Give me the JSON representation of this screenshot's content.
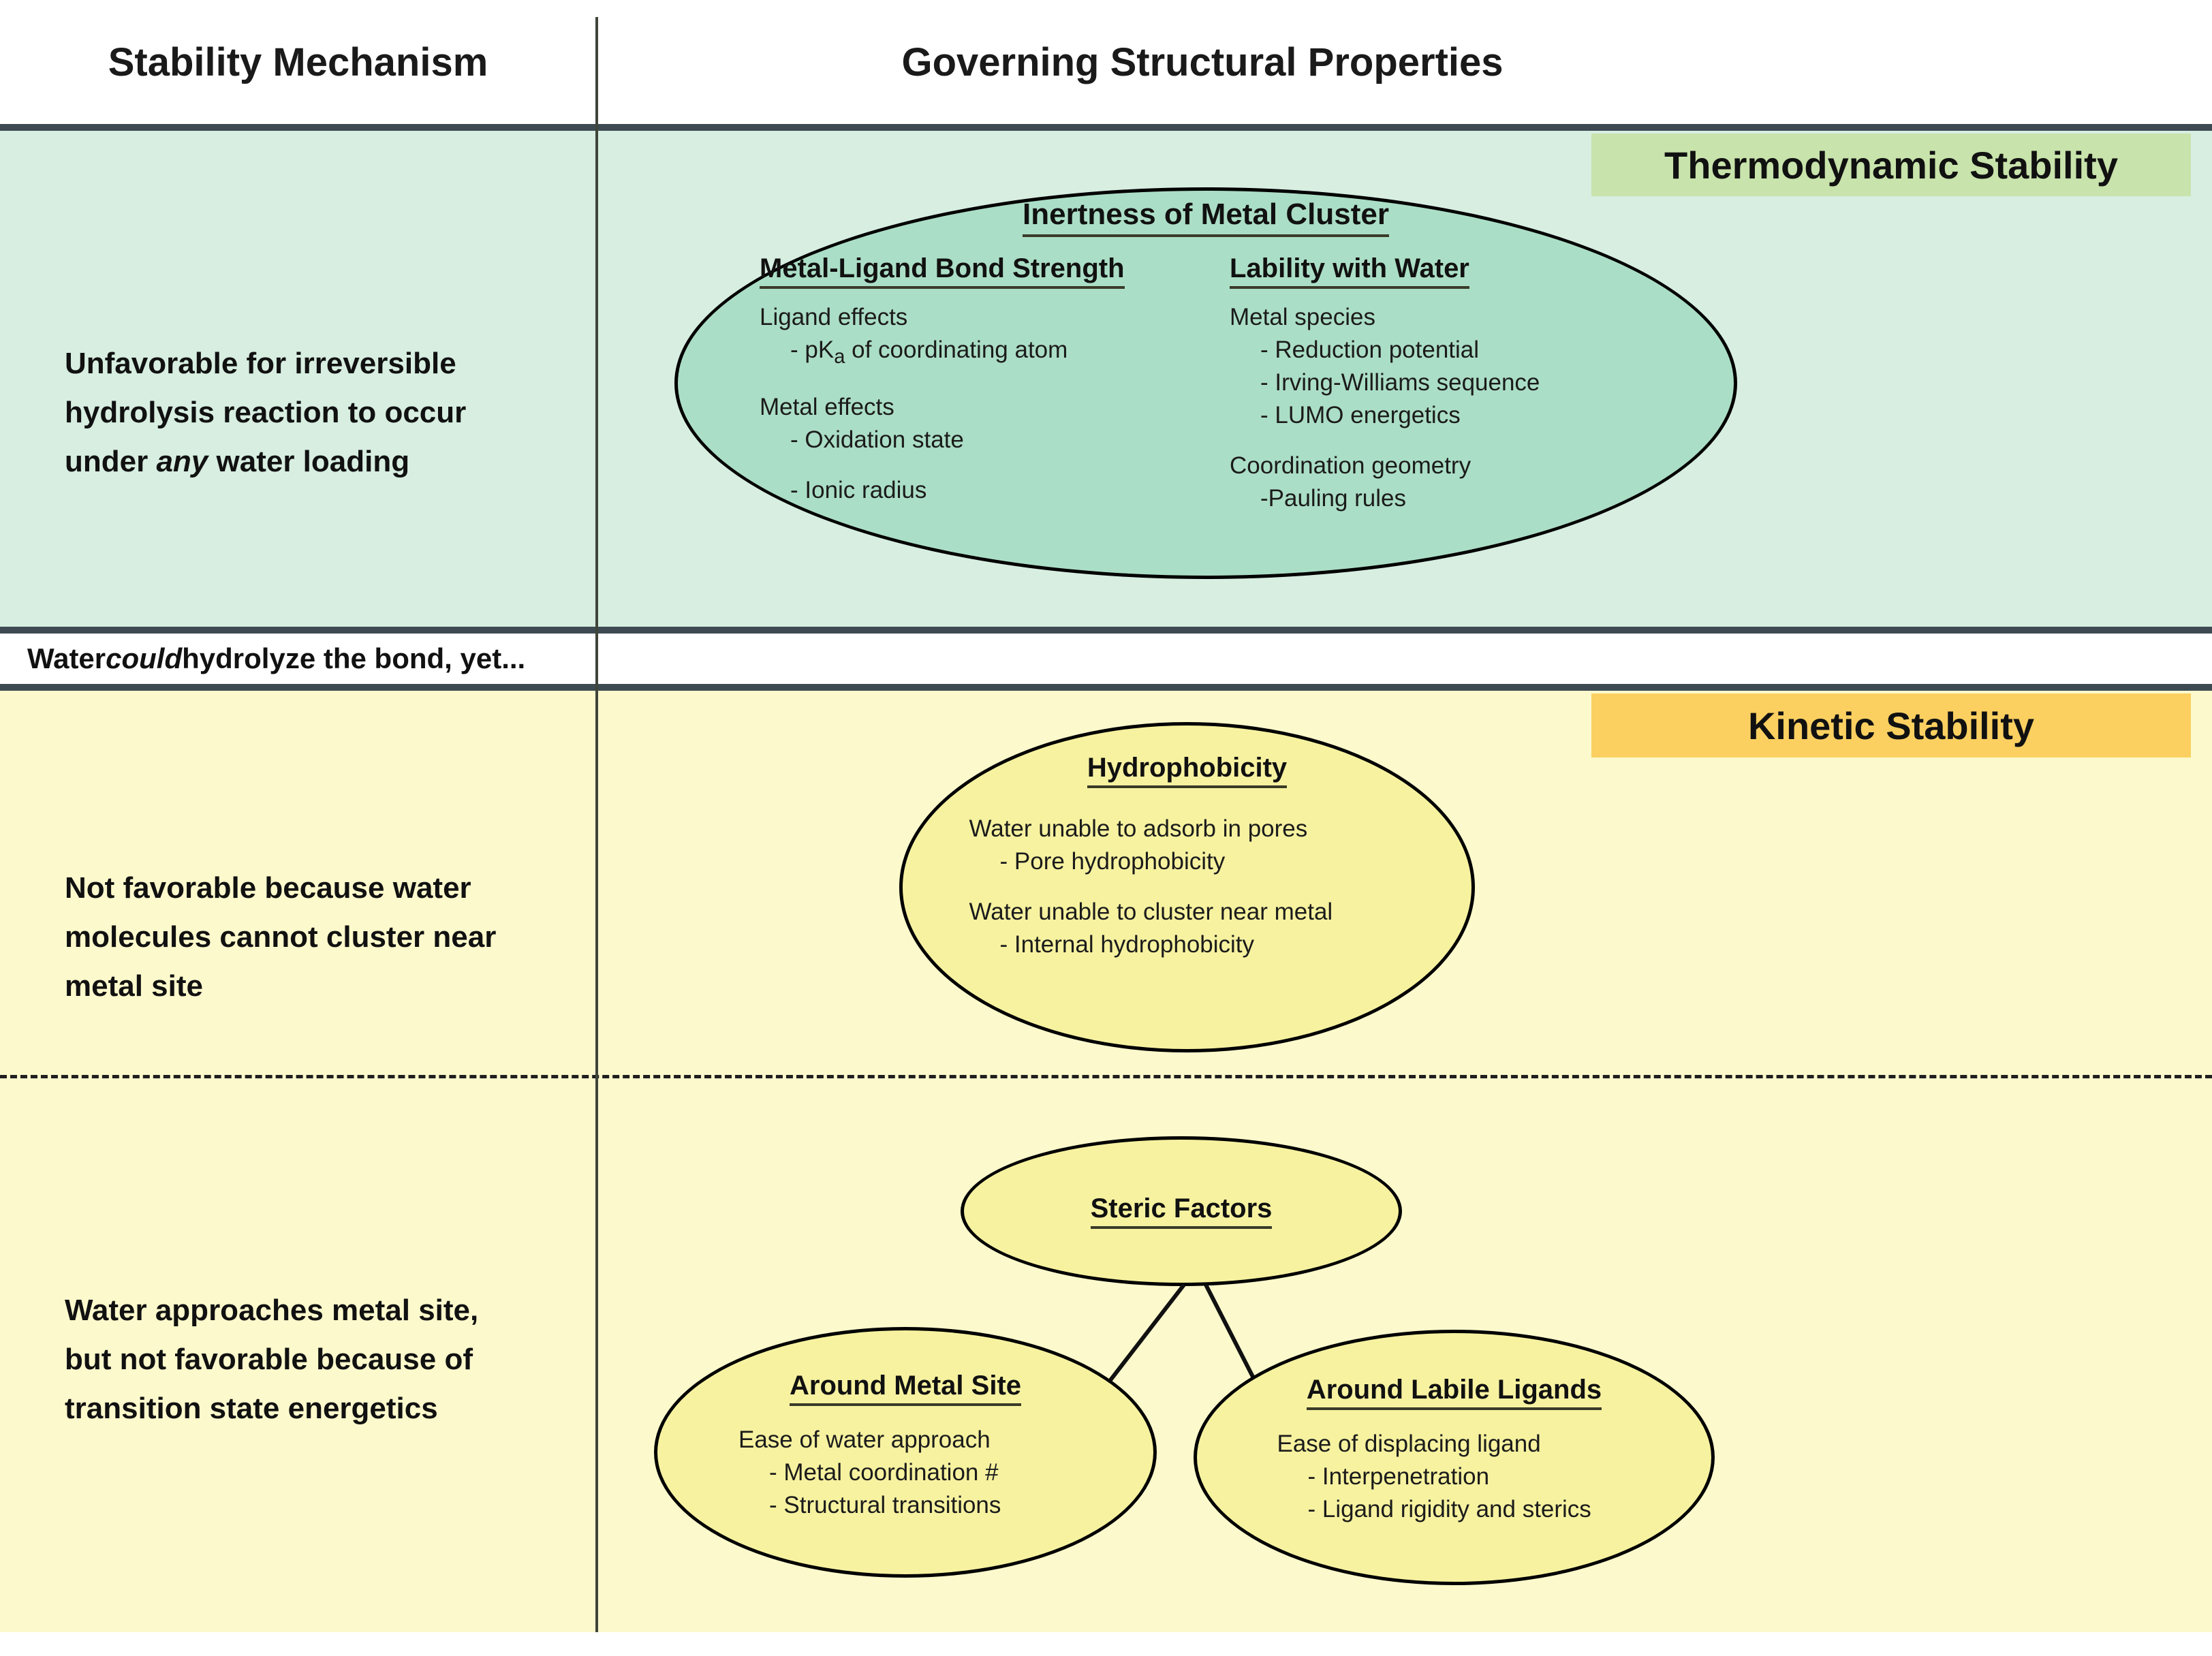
{
  "header": {
    "left": "Stability Mechanism",
    "right": "Governing Structural Properties"
  },
  "thermo": {
    "badge": "Thermodynamic Stability",
    "mechanism": {
      "line1": "Unfavorable for irreversible",
      "line2": "hydrolysis reaction to occur",
      "line3_pre": "under ",
      "line3_italic": "any",
      "line3_post": " water loading"
    },
    "ellipse": {
      "title": "Inertness of Metal Cluster",
      "col1": {
        "heading": "Metal-Ligand Bond Strength",
        "group1_label": "Ligand effects",
        "pka": {
          "pre": "- pK",
          "sub": "a",
          "post": " of coordinating atom"
        },
        "group2_label": "Metal effects",
        "group2_items": [
          "- Oxidation state",
          "- Ionic radius"
        ]
      },
      "col2": {
        "heading": "Lability with Water",
        "group1_label": "Metal species",
        "group1_items": [
          "- Reduction potential",
          "- Irving-Williams sequence",
          "- LUMO energetics"
        ],
        "group2_label": "Coordination geometry",
        "group2_items": [
          "-Pauling rules"
        ]
      }
    }
  },
  "strip": {
    "pre": "Water ",
    "italic": "could",
    "post": " hydrolyze the bond, yet..."
  },
  "kinetic": {
    "badge": "Kinetic Stability",
    "mechanism_hydro": {
      "line1": "Not favorable because water",
      "line2": "molecules cannot cluster near",
      "line3": "metal site"
    },
    "mechanism_steric": {
      "line1": "Water approaches metal site,",
      "line2": "but not favorable because of",
      "line3": "transition state energetics"
    },
    "hydrophobicity": {
      "title": "Hydrophobicity",
      "group1_label": "Water unable to adsorb in pores",
      "group1_item": "- Pore hydrophobicity",
      "group2_label": "Water unable to cluster near metal",
      "group2_item": "- Internal hydrophobicity"
    },
    "steric": {
      "title": "Steric Factors"
    },
    "around_metal": {
      "title": "Around Metal Site",
      "label": "Ease of water approach",
      "items": [
        "- Metal coordination #",
        "- Structural transitions"
      ]
    },
    "around_ligands": {
      "title": "Around Labile Ligands",
      "label": "Ease of displacing ligand",
      "items": [
        "- Interpenetration",
        "- Ligand rigidity and sterics"
      ]
    }
  },
  "colors": {
    "thermo_section_bg": "#d7eee1",
    "thermo_ellipse_fill": "#abdec6",
    "thermo_badge_bg": "#c8e3ab",
    "kinetic_section_bg": "#fcf9cc",
    "kinetic_ellipse_fill": "#f6f2a0",
    "kinetic_badge_bg": "#fbd061",
    "divider": "#3d4a52",
    "text": "#111111"
  }
}
